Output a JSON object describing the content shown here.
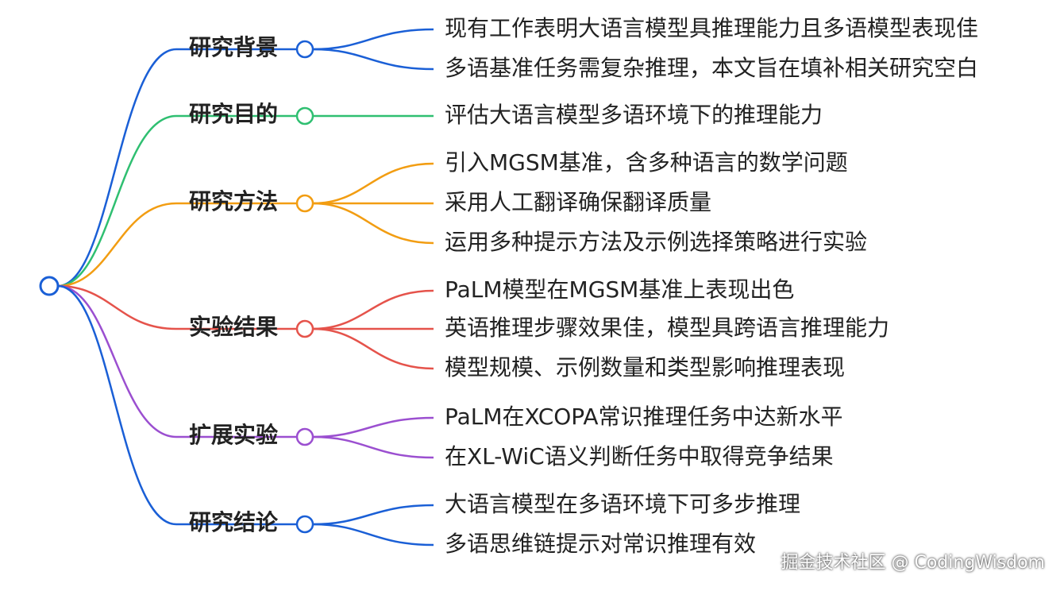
{
  "mindmap": {
    "branches": [
      {
        "label": "研究背景",
        "color": "#1a5fd6",
        "items": [
          "现有工作表明大语言模型具推理能力且多语模型表现佳",
          "多语基准任务需复杂推理，本文旨在填补相关研究空白"
        ]
      },
      {
        "label": "研究目的",
        "color": "#2fbf71",
        "items": [
          "评估大语言模型多语环境下的推理能力"
        ]
      },
      {
        "label": "研究方法",
        "color": "#f29d12",
        "items": [
          "引入MGSM基准，含多种语言的数学问题",
          "采用人工翻译确保翻译质量",
          "运用多种提示方法及示例选择策略进行实验"
        ]
      },
      {
        "label": "实验结果",
        "color": "#e5534b",
        "items": [
          "PaLM模型在MGSM基准上表现出色",
          "英语推理步骤效果佳，模型具跨语言推理能力",
          "模型规模、示例数量和类型影响推理表现"
        ]
      },
      {
        "label": "扩展实验",
        "color": "#9b4fd0",
        "items": [
          "PaLM在XCOPA常识推理任务中达新水平",
          "在XL-WiC语义判断任务中取得竞争结果"
        ]
      },
      {
        "label": "研究结论",
        "color": "#1a5fd6",
        "items": [
          "大语言模型在多语环境下可多步推理",
          "多语思维链提示对常识推理有效"
        ]
      }
    ]
  },
  "watermark": "掘金技术社区 @ CodingWisdom"
}
